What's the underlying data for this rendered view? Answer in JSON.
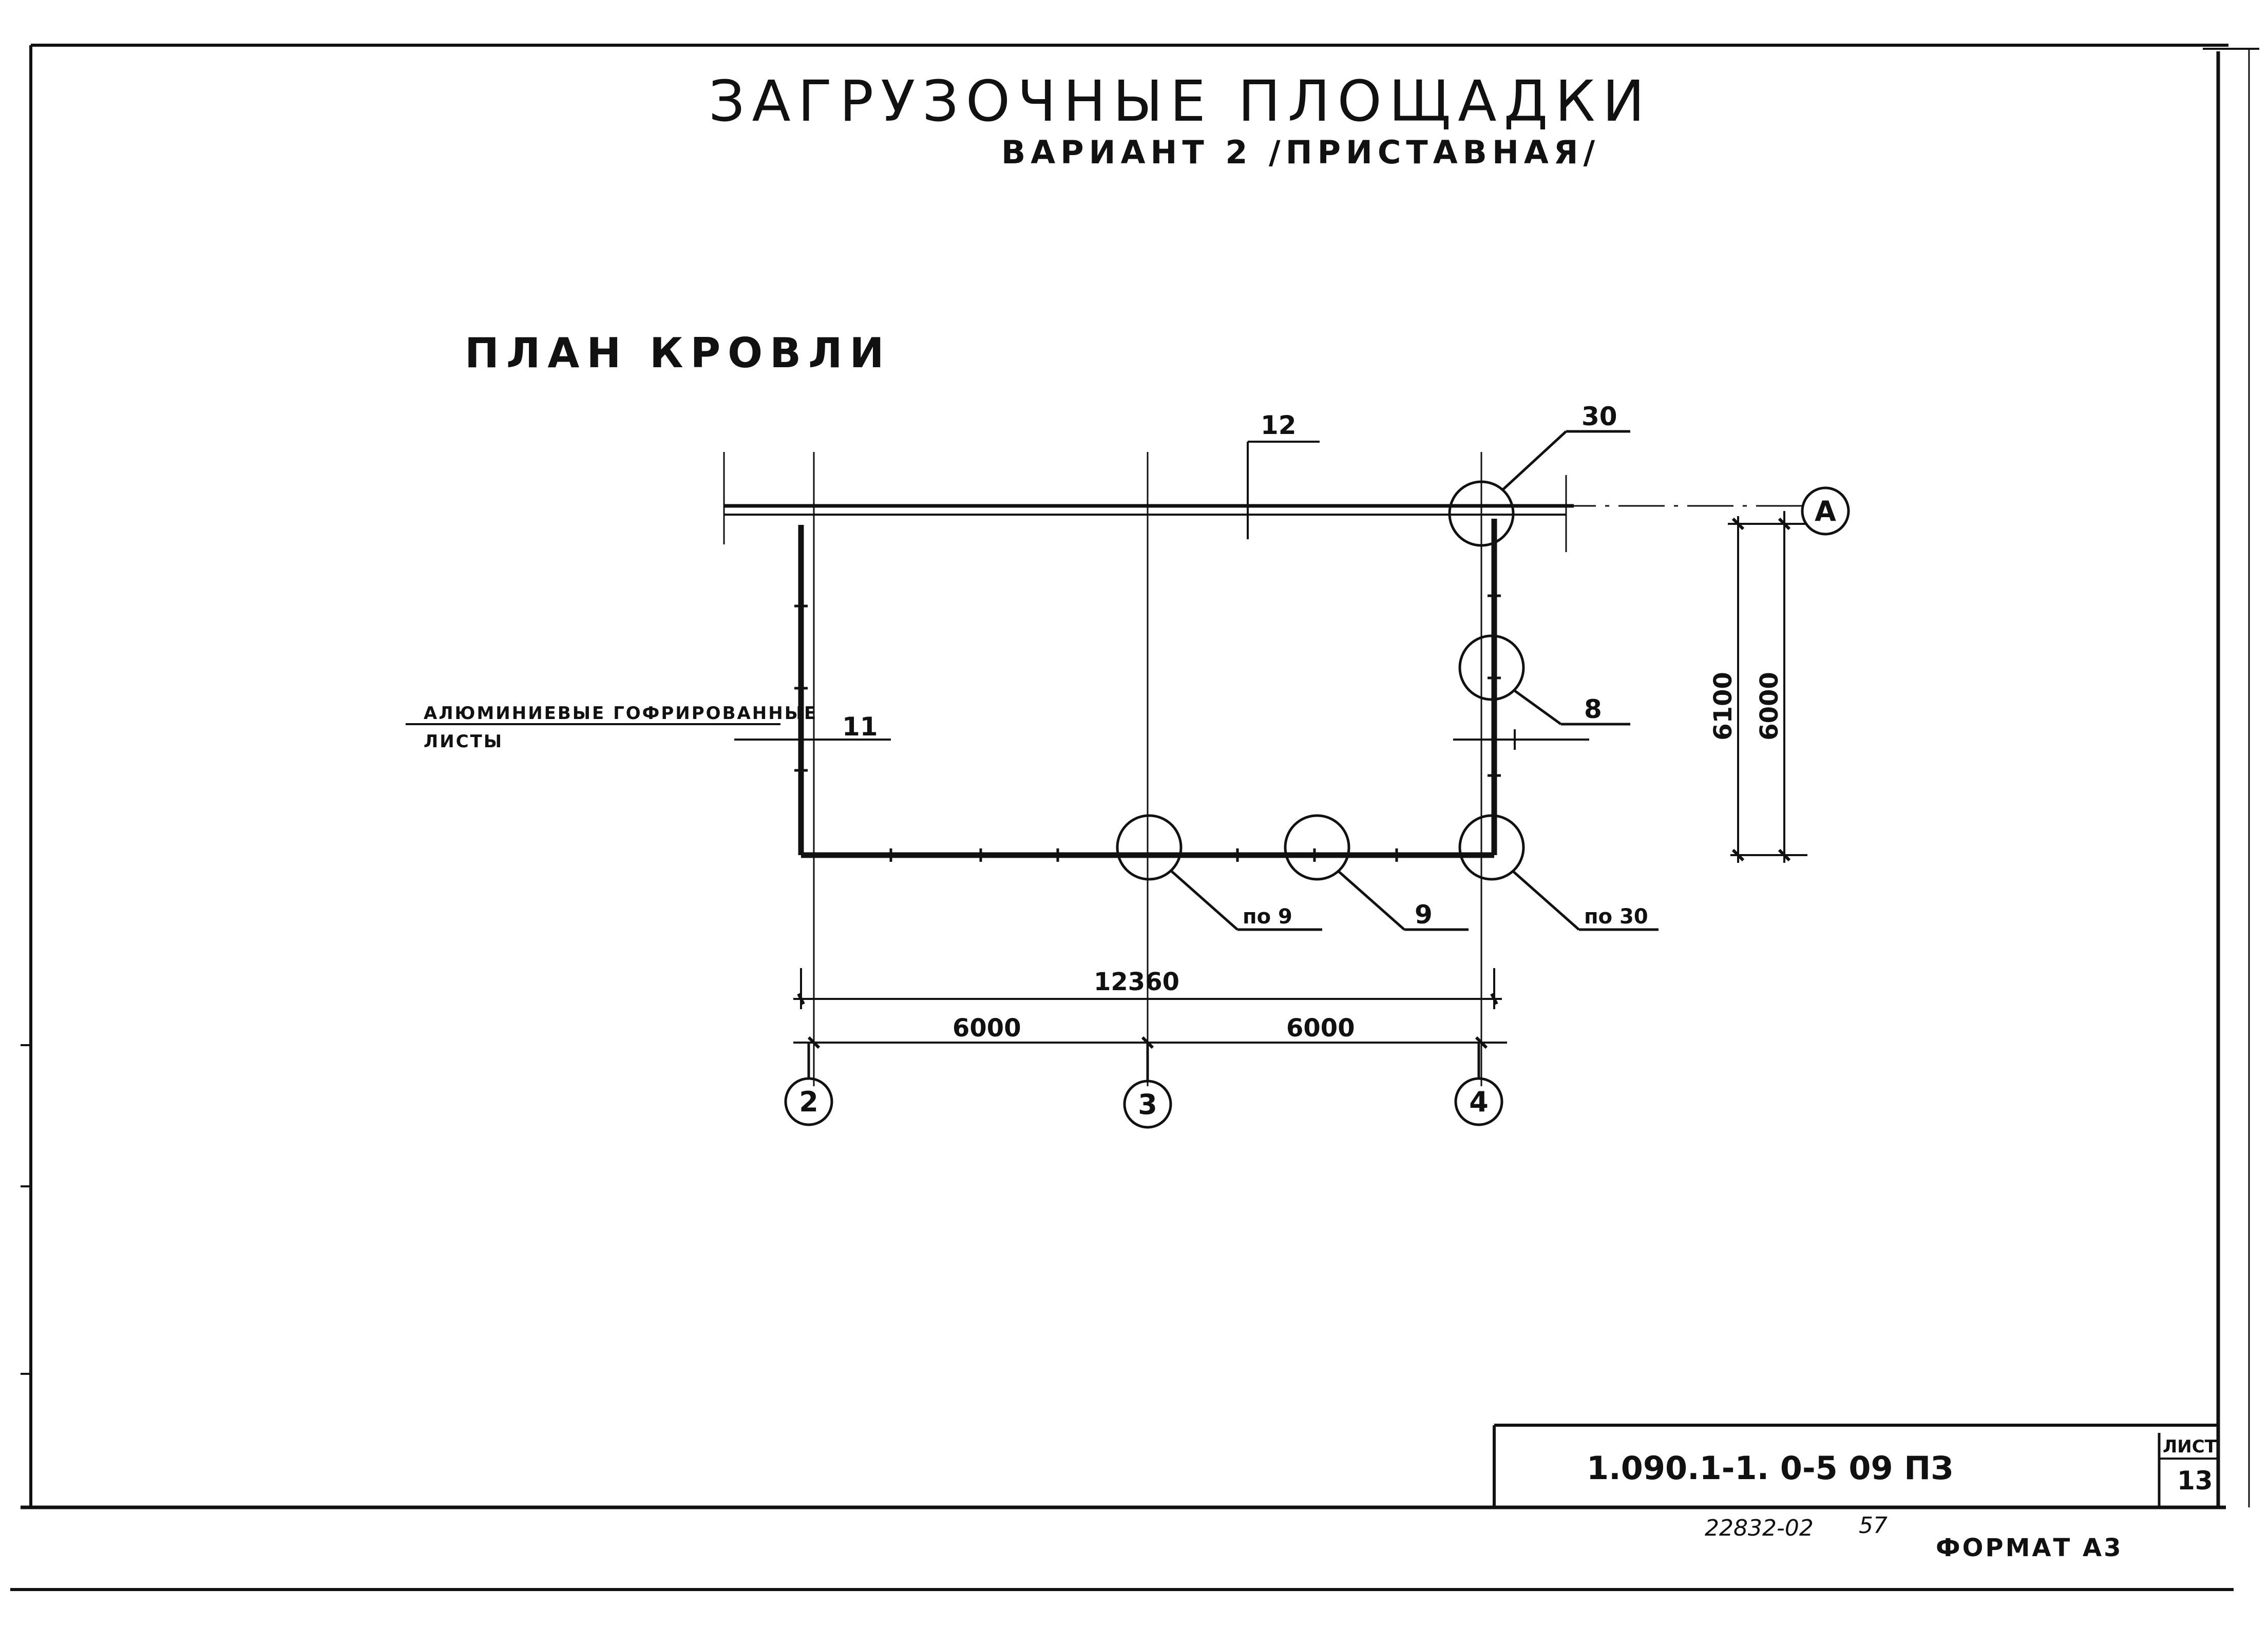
{
  "title": {
    "main": "ЗАГРУЗОЧНЫЕ ПЛОЩАДКИ",
    "subtitle": "ВАРИАНТ 2 /ПРИСТАВНАЯ/"
  },
  "plan_title": "ПЛАН КРОВЛИ",
  "note_sheets": {
    "line1": "АЛЮМИНИЕВЫЕ ГОФРИРОВАННЫЕ",
    "line2": "ЛИСТЫ",
    "ref": "11"
  },
  "refs": {
    "top_ref": "12",
    "corner_top": "30",
    "right_mid": "8",
    "bottom_left": "по 9",
    "bottom_mid": "9",
    "bottom_right": "по 30"
  },
  "dimensions": {
    "total": "12360",
    "span_left": "6000",
    "span_right": "6000",
    "vertical_outer": "6100",
    "vertical_inner": "6000"
  },
  "axes": {
    "a": "А",
    "two": "2",
    "three": "3",
    "four": "4"
  },
  "title_block": {
    "code": "1.090.1-1. 0-5   09 ПЗ",
    "sheet_label": "ЛИСТ",
    "sheet_no": "13"
  },
  "footer": {
    "inventory": "22832-02",
    "page": "57",
    "format": "ФОРМАТ А3"
  }
}
